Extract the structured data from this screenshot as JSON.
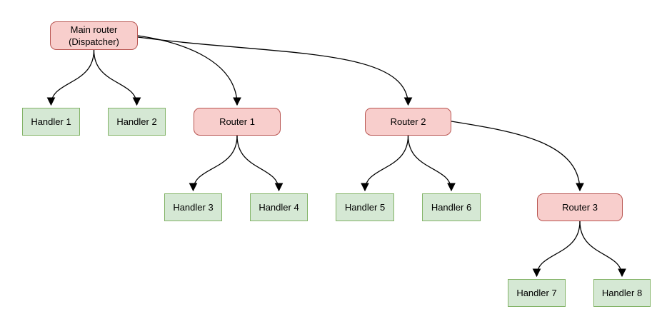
{
  "diagram": {
    "type": "tree-flowchart",
    "colors": {
      "background": "#ffffff",
      "router_fill": "#f8cecc",
      "router_border": "#b85450",
      "handler_fill": "#d5e8d4",
      "handler_border": "#82b366",
      "edge_stroke": "#000000",
      "text": "#000000"
    },
    "nodes": {
      "main": {
        "line1": "Main router",
        "line2": "(Dispatcher)",
        "type": "router"
      },
      "handler1": {
        "label": "Handler 1",
        "type": "handler"
      },
      "handler2": {
        "label": "Handler 2",
        "type": "handler"
      },
      "router1": {
        "label": "Router 1",
        "type": "router"
      },
      "router2": {
        "label": "Router 2",
        "type": "router"
      },
      "handler3": {
        "label": "Handler 3",
        "type": "handler"
      },
      "handler4": {
        "label": "Handler 4",
        "type": "handler"
      },
      "handler5": {
        "label": "Handler 5",
        "type": "handler"
      },
      "handler6": {
        "label": "Handler 6",
        "type": "handler"
      },
      "router3": {
        "label": "Router 3",
        "type": "router"
      },
      "handler7": {
        "label": "Handler 7",
        "type": "handler"
      },
      "handler8": {
        "label": "Handler 8",
        "type": "handler"
      }
    },
    "edges": [
      {
        "from": "main",
        "to": "handler1"
      },
      {
        "from": "main",
        "to": "handler2"
      },
      {
        "from": "main",
        "to": "router1"
      },
      {
        "from": "main",
        "to": "router2"
      },
      {
        "from": "router1",
        "to": "handler3"
      },
      {
        "from": "router1",
        "to": "handler4"
      },
      {
        "from": "router2",
        "to": "handler5"
      },
      {
        "from": "router2",
        "to": "handler6"
      },
      {
        "from": "router2",
        "to": "router3"
      },
      {
        "from": "router3",
        "to": "handler7"
      },
      {
        "from": "router3",
        "to": "handler8"
      }
    ]
  }
}
